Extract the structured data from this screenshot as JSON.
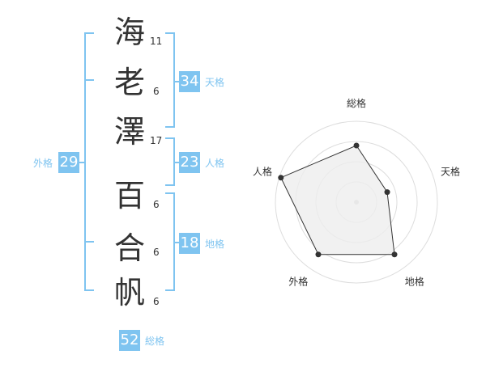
{
  "name": {
    "characters": [
      {
        "char": "海",
        "strokes": "11"
      },
      {
        "char": "老",
        "strokes": "6"
      },
      {
        "char": "澤",
        "strokes": "17"
      },
      {
        "char": "百",
        "strokes": "6"
      },
      {
        "char": "合",
        "strokes": "6"
      },
      {
        "char": "帆",
        "strokes": "6"
      }
    ]
  },
  "kaku": {
    "tenkaku": {
      "label": "天格",
      "value": "34"
    },
    "jinkaku": {
      "label": "人格",
      "value": "23"
    },
    "chikaku": {
      "label": "地格",
      "value": "18"
    },
    "gaikaku": {
      "label": "外格",
      "value": "29"
    },
    "soukaku": {
      "label": "総格",
      "value": "52"
    }
  },
  "colors": {
    "accent": "#7fc4f0",
    "text": "#333333",
    "grid": "#dddddd",
    "fill": "#eeeeee"
  },
  "chart_data": {
    "type": "radar",
    "axes": [
      "総格",
      "天格",
      "地格",
      "外格",
      "人格"
    ],
    "values": [
      0.7,
      0.4,
      0.8,
      0.8,
      0.98
    ],
    "range": [
      0,
      1
    ],
    "rings": 4
  }
}
